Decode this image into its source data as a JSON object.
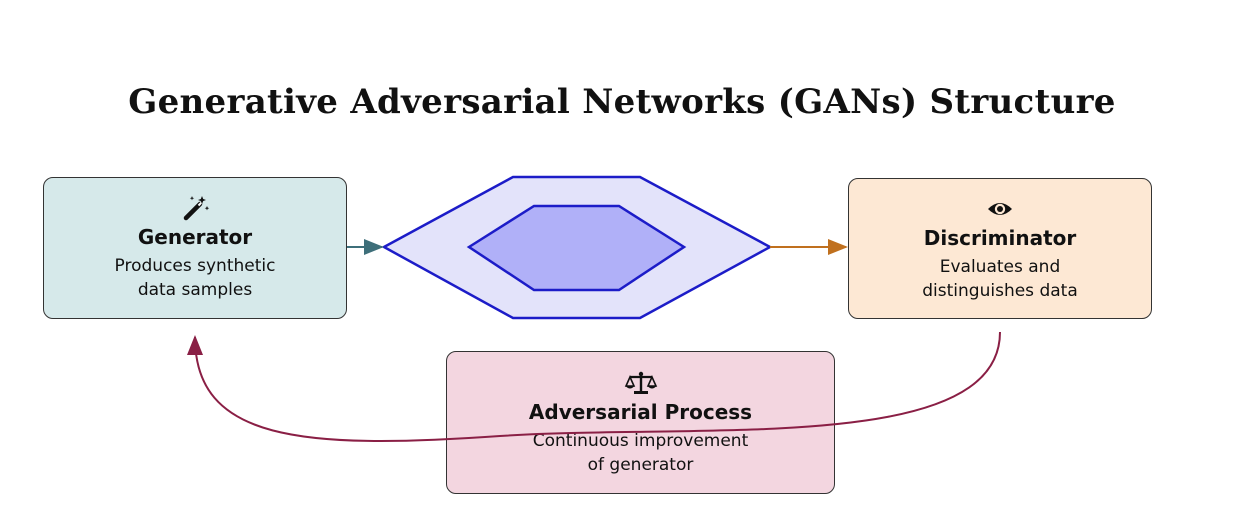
{
  "title": "Generative Adversarial Networks (GANs) Structure",
  "nodes": {
    "generator": {
      "icon": "magic-wand-icon",
      "title": "Generator",
      "description": "Produces synthetic\ndata samples",
      "color": "#d6e9ea"
    },
    "discriminator": {
      "icon": "eye-icon",
      "title": "Discriminator",
      "description": "Evaluates and\ndistinguishes data",
      "color": "#fde8d4"
    },
    "adversarial": {
      "icon": "balance-scale-icon",
      "title": "Adversarial Process",
      "description": "Continuous improvement\nof generator",
      "color": "#f3d6e0"
    }
  },
  "colors": {
    "hexagon_outer_fill": "#e3e3fa",
    "hexagon_inner_fill": "#b0b0f8",
    "hexagon_stroke": "#1c1cc8",
    "arrow_generator_to_hex": "#3e6f7a",
    "arrow_hex_to_discriminator": "#c0701e",
    "feedback_curve": "#8a1f45"
  }
}
